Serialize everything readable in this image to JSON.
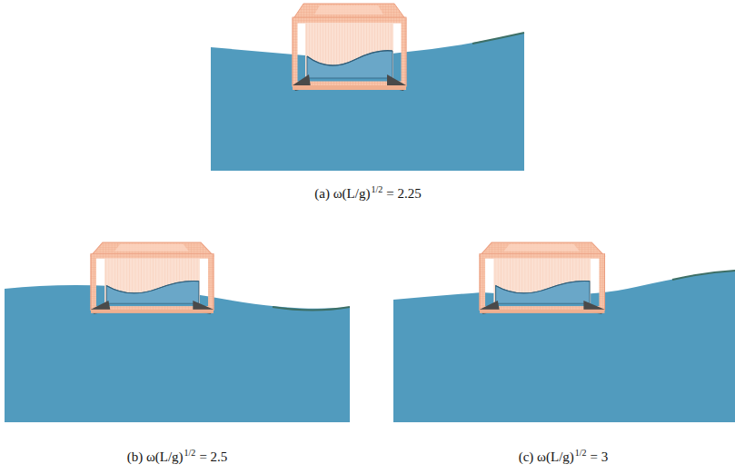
{
  "diagram": {
    "labels": [
      "(a) ω(L/g)",
      "1/2",
      "= 2.25",
      "(b) ω(L/g)",
      "1/2",
      "= 2.5",
      "(c) ω(L/g)",
      "1/2",
      "= 3"
    ]
  }
}
